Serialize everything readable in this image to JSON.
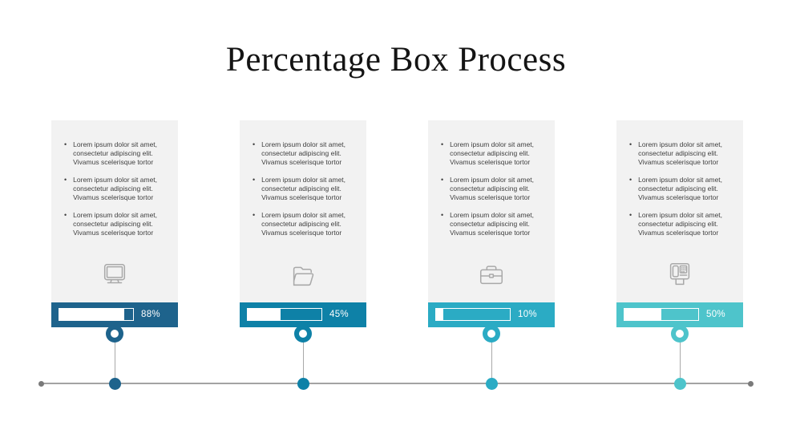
{
  "title": "Percentage Box Process",
  "columns": [
    {
      "icon": "monitor-icon",
      "bullets": [
        "Lorem ipsum dolor sit amet, consectetur adipiscing elit. Vivamus scelerisque tortor",
        "Lorem ipsum dolor sit amet, consectetur adipiscing elit. Vivamus scelerisque tortor",
        "Lorem ipsum dolor sit amet, consectetur adipiscing elit. Vivamus scelerisque tortor"
      ],
      "percent_label": "88%",
      "percent_value": 88,
      "accent_color": "#1E638C"
    },
    {
      "icon": "folder-icon",
      "bullets": [
        "Lorem ipsum dolor sit amet, consectetur adipiscing elit. Vivamus scelerisque tortor",
        "Lorem ipsum dolor sit amet, consectetur adipiscing elit. Vivamus scelerisque tortor",
        "Lorem ipsum dolor sit amet, consectetur adipiscing elit. Vivamus scelerisque tortor"
      ],
      "percent_label": "45%",
      "percent_value": 45,
      "accent_color": "#0E81A7"
    },
    {
      "icon": "briefcase-icon",
      "bullets": [
        "Lorem ipsum dolor sit amet, consectetur adipiscing elit. Vivamus scelerisque tortor",
        "Lorem ipsum dolor sit amet, consectetur adipiscing elit. Vivamus scelerisque tortor",
        "Lorem ipsum dolor sit amet, consectetur adipiscing elit. Vivamus scelerisque tortor"
      ],
      "percent_label": "10%",
      "percent_value": 10,
      "accent_color": "#2BABC4"
    },
    {
      "icon": "fax-icon",
      "bullets": [
        "Lorem ipsum dolor sit amet, consectetur adipiscing elit. Vivamus scelerisque tortor",
        "Lorem ipsum dolor sit amet, consectetur adipiscing elit. Vivamus scelerisque tortor",
        "Lorem ipsum dolor sit amet, consectetur adipiscing elit. Vivamus scelerisque tortor"
      ],
      "percent_label": "50%",
      "percent_value": 50,
      "accent_color": "#4EC4CB"
    }
  ],
  "colors": {
    "card_background": "#F2F2F2",
    "icon_gray": "#A9A9A9",
    "bullet_text": "#3F3F3F",
    "title_text": "#141414",
    "timeline_line": "#A3A3A3",
    "timeline_end_dot": "#7A7A7A"
  }
}
